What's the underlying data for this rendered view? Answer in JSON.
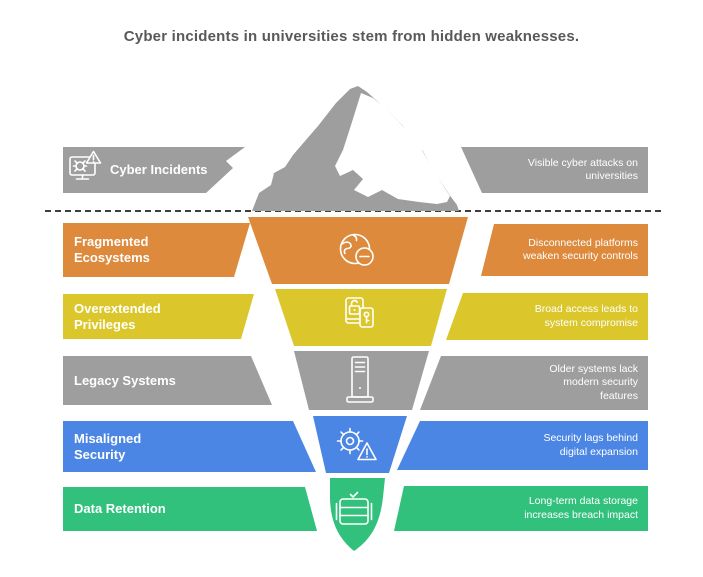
{
  "title": "Cyber incidents in universities stem from hidden weaknesses.",
  "colors": {
    "title_text": "#58595B",
    "gray": "#9E9E9E",
    "orange": "#DD8A3D",
    "yellow": "#DBC72B",
    "blue": "#4C86E4",
    "green": "#31C17D",
    "iceberg_face": "#FFFFFF",
    "waterline": "#3E3E3E"
  },
  "rows": [
    {
      "id": "cyber-incidents",
      "label": "Cyber Incidents",
      "description": "Visible cyber attacks on universities",
      "color": "#9E9E9E",
      "icon": "compromised-computer-icon",
      "zone": "above-water"
    },
    {
      "id": "fragmented-ecosystems",
      "label": "Fragmented Ecosystems",
      "description": "Disconnected platforms weaken security controls",
      "color": "#DD8A3D",
      "icon": "disconnected-globe-icon",
      "zone": "below-water"
    },
    {
      "id": "overextended-privileges",
      "label": "Overextended Privileges",
      "description": "Broad access leads to system compromise",
      "color": "#DBC72B",
      "icon": "credentials-key-icon",
      "zone": "below-water"
    },
    {
      "id": "legacy-systems",
      "label": "Legacy Systems",
      "description": "Older systems lack modern security features",
      "color": "#9E9E9E",
      "icon": "legacy-server-icon",
      "zone": "below-water"
    },
    {
      "id": "misaligned-security",
      "label": "Misaligned Security",
      "description": "Security lags behind digital expansion",
      "color": "#4C86E4",
      "icon": "gear-warning-icon",
      "zone": "below-water"
    },
    {
      "id": "data-retention",
      "label": "Data Retention",
      "description": "Long-term data storage increases breach impact",
      "color": "#31C17D",
      "icon": "database-check-icon",
      "zone": "below-water"
    }
  ]
}
